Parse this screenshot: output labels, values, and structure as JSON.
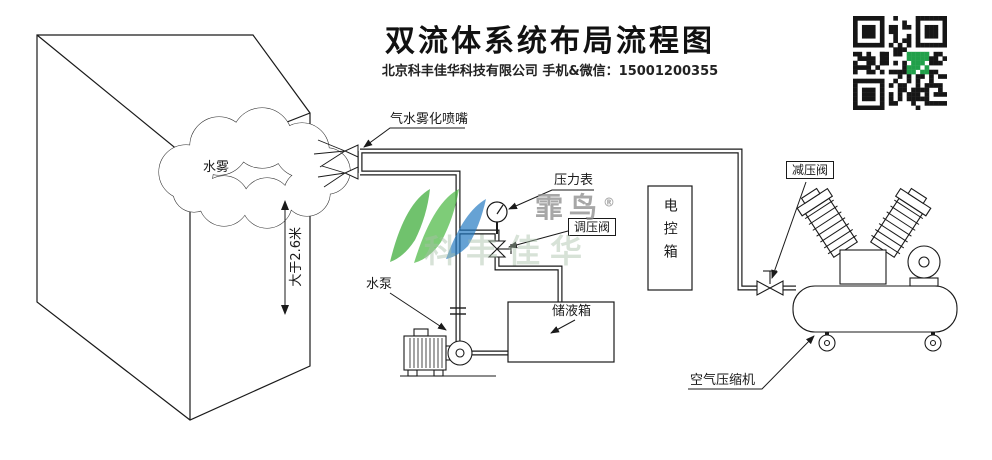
{
  "header": {
    "title": "双流体系统布局流程图",
    "subtitle": "北京科丰佳华科技有限公司 手机&微信：15001200355"
  },
  "labels": {
    "nozzle": "气水雾化喷嘴",
    "mist": "水雾",
    "pressure_gauge": "压力表",
    "regulating_valve": "调压阀",
    "control_box": "电控箱",
    "reducing_valve": "减压阀",
    "water_pump": "水泵",
    "storage_tank": "储液箱",
    "air_compressor": "空气压缩机",
    "room_height": "大于2.6米"
  },
  "watermark": {
    "brand": "霏鸟",
    "registered": "®",
    "ghost": "科丰佳华"
  },
  "colors": {
    "line": "#1a1a1a",
    "logo_green": "#3aaa35",
    "logo_blue": "#1f77c0",
    "qr_dark": "#161616",
    "qr_green": "#21a04a"
  }
}
